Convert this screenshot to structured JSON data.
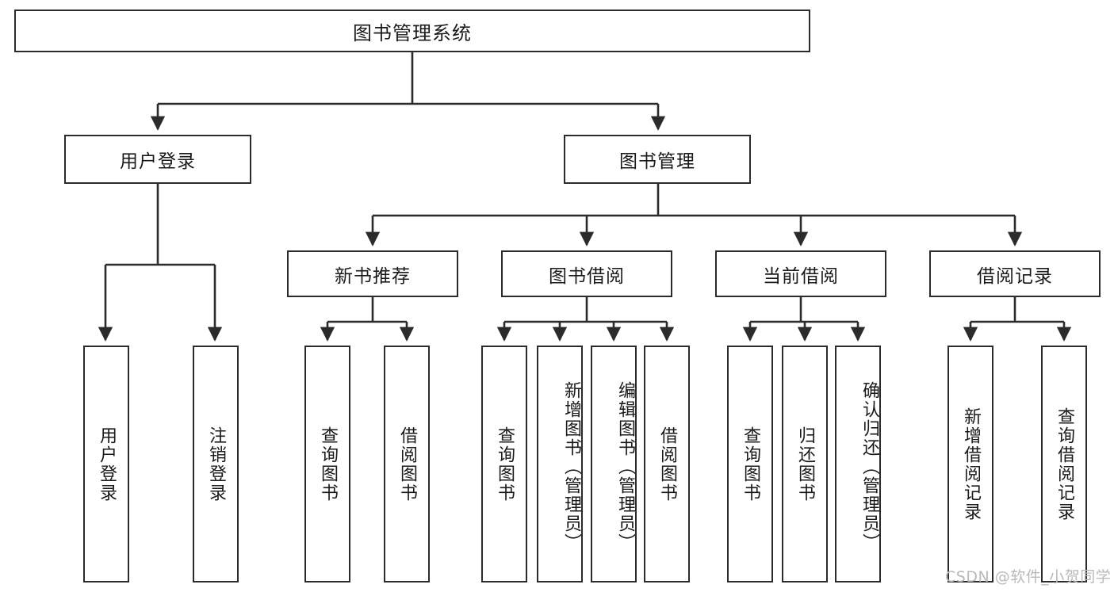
{
  "diagram": {
    "title": "图书管理系统",
    "type": "hierarchy-tree",
    "watermark": "CSDN @软件_小贺同学",
    "colors": {
      "stroke": "#2b2b2b",
      "fill": "#ffffff",
      "text": "#1a1a1a",
      "watermark": "#b9b9b9"
    },
    "nodes": {
      "root": {
        "label": "图书管理系统"
      },
      "level2": [
        {
          "id": "user-login",
          "label": "用户登录"
        },
        {
          "id": "book-manage",
          "label": "图书管理"
        }
      ],
      "level3": [
        {
          "id": "new-book-recommend",
          "label": "新书推荐"
        },
        {
          "id": "book-borrow",
          "label": "图书借阅"
        },
        {
          "id": "current-borrow",
          "label": "当前借阅"
        },
        {
          "id": "borrow-record",
          "label": "借阅记录"
        }
      ],
      "leaves": {
        "user-login": [
          {
            "id": "leaf-user-login",
            "label": "用户登录"
          },
          {
            "id": "leaf-logout-login",
            "label": "注销登录"
          }
        ],
        "new-book-recommend": [
          {
            "id": "leaf-query-book-1",
            "label": "查询图书"
          },
          {
            "id": "leaf-borrow-book-1",
            "label": "借阅图书"
          }
        ],
        "book-borrow": [
          {
            "id": "leaf-query-book-2",
            "label": "查询图书"
          },
          {
            "id": "leaf-add-book-admin",
            "label": "新增图书（管理员）"
          },
          {
            "id": "leaf-edit-book-admin",
            "label": "编辑图书（管理员）"
          },
          {
            "id": "leaf-borrow-book-2",
            "label": "借阅图书"
          }
        ],
        "current-borrow": [
          {
            "id": "leaf-query-book-3",
            "label": "查询图书"
          },
          {
            "id": "leaf-return-book",
            "label": "归还图书"
          },
          {
            "id": "leaf-confirm-return-admin",
            "label": "确认归还（管理员）"
          }
        ],
        "borrow-record": [
          {
            "id": "leaf-add-borrow-record",
            "label": "新增借阅记录"
          },
          {
            "id": "leaf-query-borrow-record",
            "label": "查询借阅记录"
          }
        ]
      }
    }
  }
}
